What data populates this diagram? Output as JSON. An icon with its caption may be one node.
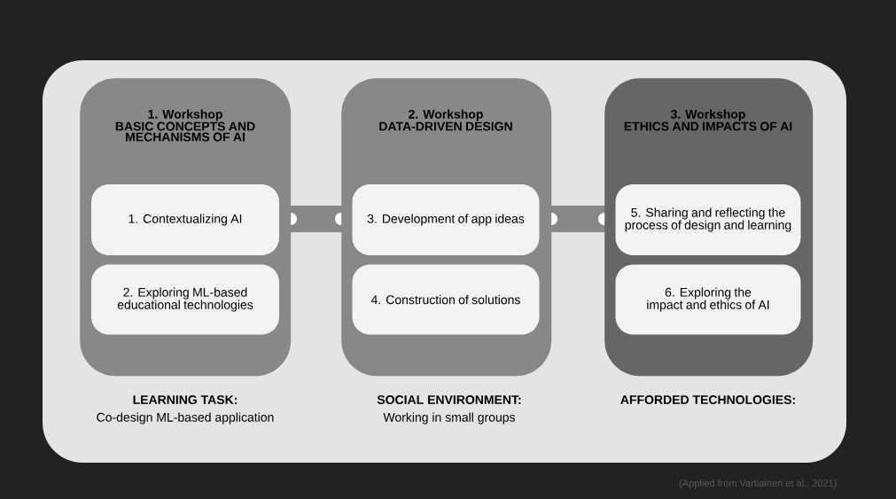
{
  "diagram": {
    "caption": "(Applied from Vartiainen et al., 2021)",
    "nodes": [
      {
        "text": [
          "1. Workshop",
          "BASIC CONCEPTS AND MECHANISMS OF AI"
        ]
      },
      {
        "text": [
          "1. Contextualizing AI"
        ],
        "in": 0
      },
      {
        "text": [
          "2. Exploring ML-based educational technologies"
        ],
        "in": 0
      },
      {
        "text": [
          "2. Workshop",
          "DATA-DRIVEN DESIGN"
        ]
      },
      {
        "text": [
          "3. Development of app ideas"
        ],
        "in": 3
      },
      {
        "text": [
          "4. Construction of solutions"
        ],
        "in": 3
      },
      {
        "text": [
          "3. Workshop",
          "ETHICS AND IMPACTS OF AI"
        ]
      },
      {
        "text": [
          "5. Sharing and reflecting the process of design and learning"
        ],
        "in": 6
      },
      {
        "text": [
          "6. Exploring the impact and ethics of AI"
        ],
        "in": 6
      }
    ],
    "edges": [
      {
        "from": 0,
        "to": 3,
        "arrow": "other"
      },
      {
        "from": 3,
        "to": 6,
        "arrow": "other"
      }
    ],
    "labels": [
      "LEARNING TASK:",
      "Co-design ML-based application",
      "SOCIAL ENVIRONMENT:",
      "Working in small groups",
      "AFFORDED TECHNOLOGIES:"
    ]
  }
}
